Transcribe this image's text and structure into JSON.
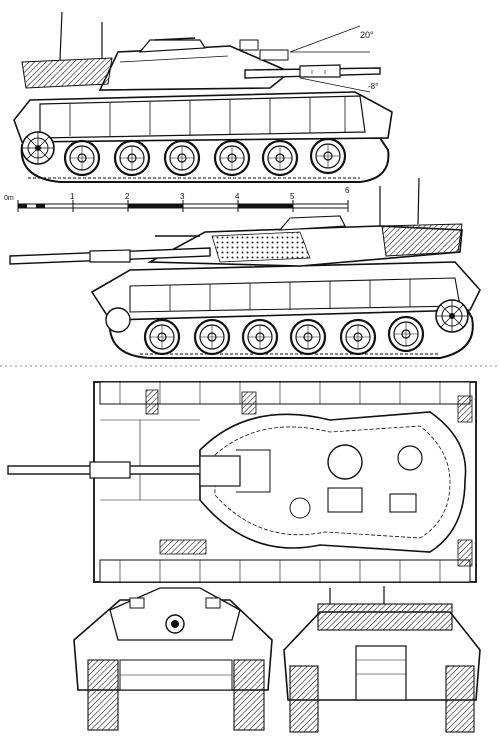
{
  "annotations": {
    "elevation_angle": "20°",
    "depression_angle": "-8°"
  },
  "scale_bar": {
    "unit": "m",
    "start_label": "0",
    "ticks": [
      "1",
      "2",
      "3",
      "4",
      "5",
      "6"
    ]
  },
  "colors": {
    "ink": "#111111",
    "paper": "#ffffff",
    "hatch": "#333333"
  }
}
